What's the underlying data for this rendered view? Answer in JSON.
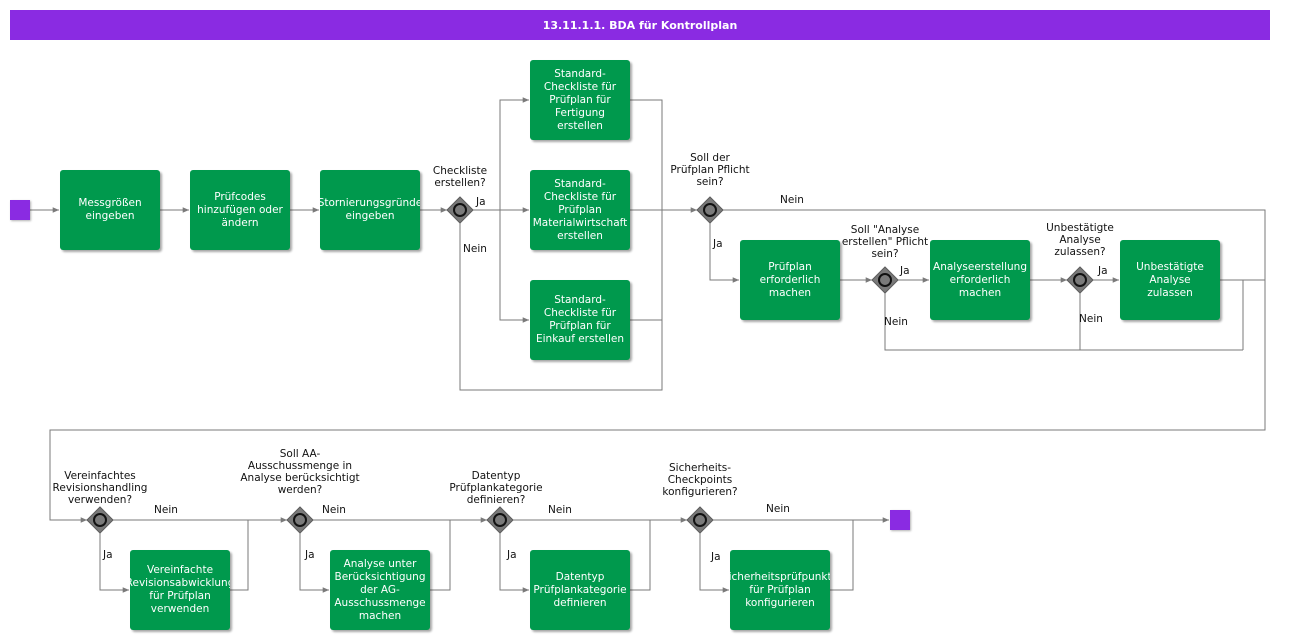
{
  "title": "13.11.1.1. BDA für Kontrollplan",
  "colors": {
    "title_bar": "#8a2be2",
    "task": "#00994d",
    "event": "#8a2be2",
    "gateway": "#7a7a7a",
    "line": "#7a7a7a"
  },
  "tasks": {
    "messgroessen": "Messgrößen\neingeben",
    "pruefcodes": "Prüfcodes\nhinzufügen oder\nändern",
    "stornierung": "Stornierungsgründe\neingeben",
    "fertigung": "Standard-\nCheckliste für\nPrüfplan für\nFertigung\nerstellen",
    "material": "Standard-\nCheckliste für\nPrüfplan\nMaterialwirtschaft\nerstellen",
    "einkauf": "Standard-\nCheckliste für\nPrüfplan für\nEinkauf erstellen",
    "pflicht": "Prüfplan\nerforderlich\nmachen",
    "analyse": "Analyseerstellung\nerforderlich\nmachen",
    "unbestaetigt": "Unbestätigte\nAnalyse\nzulassen",
    "revision": "Vereinfachte\nRevisionsabwicklung\nfür Prüfplan\nverwenden",
    "ausschuss": "Analyse unter\nBerücksichtigung\nder AG-\nAusschussmenge\nmachen",
    "datentyp": "Datentyp\nPrüfplankategorie\ndefinieren",
    "sicherheit": "Sicherheitsprüfpunkte\nfür Prüfplan\nkonfigurieren"
  },
  "gateways": {
    "checkliste": "Checkliste\nerstellen?",
    "pflicht": "Soll der\nPrüfplan Pflicht\nsein?",
    "analyse": "Soll \"Analyse\nerstellen\" Pflicht\nsein?",
    "unbestaetigt": "Unbestätigte\nAnalyse\nzulassen?",
    "revision": "Vereinfachtes\nRevisionshandling\nverwenden?",
    "ausschuss": "Soll AA-\nAusschussmenge in\nAnalyse berücksichtigt\nwerden?",
    "datentyp": "Datentyp\nPrüfplankategorie\ndefinieren?",
    "sicherheit": "Sicherheits-\nCheckpoints\nkonfigurieren?"
  },
  "edge_labels": {
    "yes": "Ja",
    "no": "Nein"
  }
}
